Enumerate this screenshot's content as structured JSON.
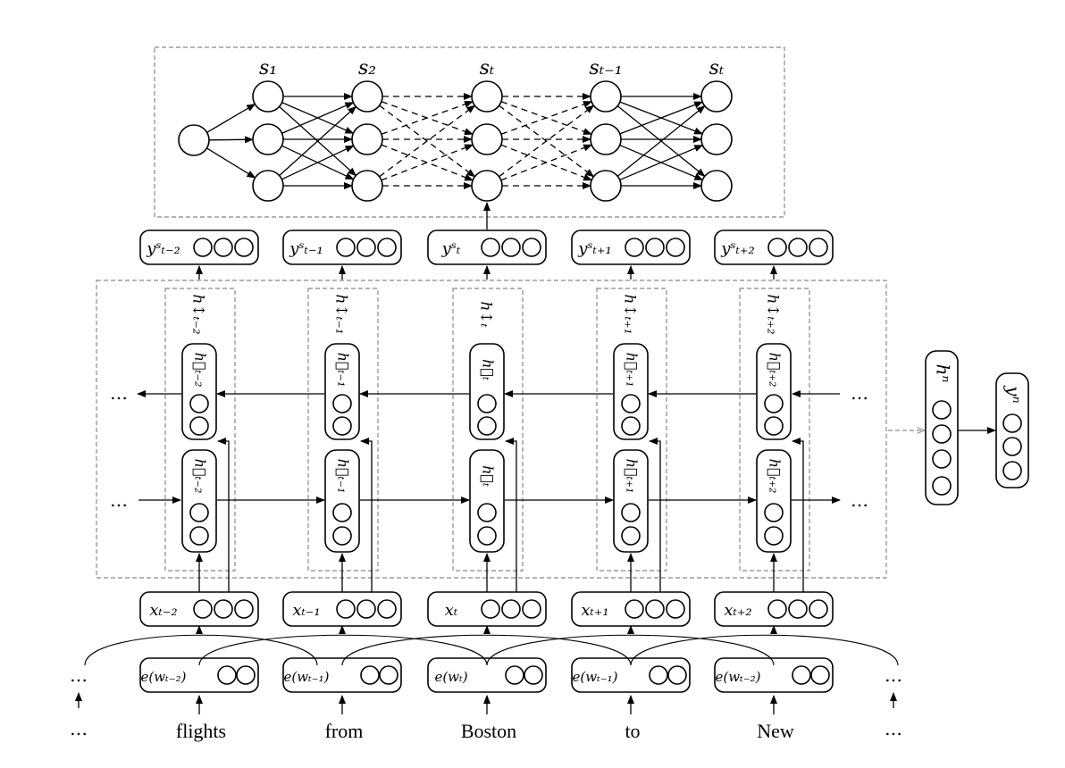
{
  "crf": {
    "state_labels": [
      "s₁",
      "s₂",
      "sₜ",
      "sₜ₋₁",
      "sₜ"
    ]
  },
  "columns": [
    {
      "y_label": "yˢₜ₋₂",
      "h_label": "h↕ₜ₋₂",
      "hb_label": "h⃖ₜ₋₂",
      "hf_label": "h⃗ₜ₋₂",
      "x_label": "xₜ₋₂",
      "e_label": "e(wₜ₋₂)",
      "word": "flights"
    },
    {
      "y_label": "yˢₜ₋₁",
      "h_label": "h↕ₜ₋₁",
      "hb_label": "h⃖ₜ₋₁",
      "hf_label": "h⃗ₜ₋₁",
      "x_label": "xₜ₋₁",
      "e_label": "e(wₜ₋₁)",
      "word": "from"
    },
    {
      "y_label": "yˢₜ",
      "h_label": "h↕ₜ",
      "hb_label": "h⃖ₜ",
      "hf_label": "h⃗ₜ",
      "x_label": "xₜ",
      "e_label": "e(wₜ)",
      "word": "Boston"
    },
    {
      "y_label": "yˢₜ₊₁",
      "h_label": "h↕ₜ₊₁",
      "hb_label": "h⃖ₜ₊₁",
      "hf_label": "h⃗ₜ₊₁",
      "x_label": "xₜ₊₁",
      "e_label": "e(wₜ₋₁)",
      "word": "to"
    },
    {
      "y_label": "yˢₜ₊₂",
      "h_label": "h↕ₜ₊₂",
      "hb_label": "h⃖ₜ₊₂",
      "hf_label": "h⃗ₜ₊₂",
      "x_label": "xₜ₊₂",
      "e_label": "e(wₜ₋₂)",
      "word": "New"
    }
  ],
  "intent": {
    "h_label": "hⁿ",
    "y_label": "yⁿ"
  },
  "ellipsis": "…"
}
